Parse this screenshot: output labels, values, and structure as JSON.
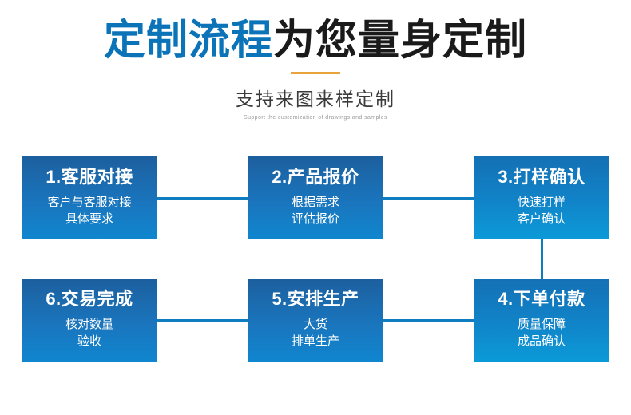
{
  "header": {
    "title_accent": "定制流程",
    "title_dark": "为您量身定制",
    "subtitle": "支持来图来样定制",
    "subtitle_en": "Support the customization of drawings and samples"
  },
  "colors": {
    "accent_blue": "#0b74b8",
    "dark_text": "#1a1a1a",
    "divider_orange": "#e8a33d",
    "box_blue_dark": "#1c5f9e",
    "box_blue_light": "#0b9ad8",
    "connector": "#0f7ec0"
  },
  "steps": [
    {
      "num": "1.客服对接",
      "line1": "客户与客服对接",
      "line2": "具体要求"
    },
    {
      "num": "2.产品报价",
      "line1": "根据需求",
      "line2": "评估报价"
    },
    {
      "num": "3.打样确认",
      "line1": "快速打样",
      "line2": "客户确认"
    },
    {
      "num": "4.下单付款",
      "line1": "质量保障",
      "line2": "成品确认"
    },
    {
      "num": "5.安排生产",
      "line1": "大货",
      "line2": "排单生产"
    },
    {
      "num": "6.交易完成",
      "line1": "核对数量",
      "line2": "验收"
    }
  ]
}
